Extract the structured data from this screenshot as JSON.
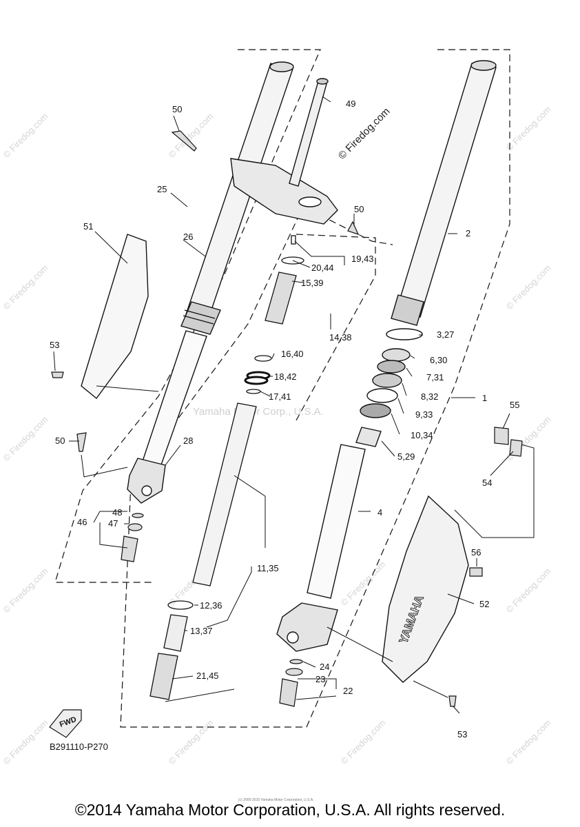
{
  "diagram": {
    "code": "B291110-P270",
    "fwd_label": "FWD",
    "watermark_brand": "© Firedog.com",
    "watermark_center": "Yamaha Motor Corp., U.S.A.",
    "cover_brand": "YAMAHA",
    "callouts": {
      "c1": "1",
      "c2": "2",
      "c3": "3,27",
      "c4": "4",
      "c5": "5,29",
      "c6": "6,30",
      "c7": "7,31",
      "c8": "8,32",
      "c9": "9,33",
      "c10": "10,34",
      "c11": "11,35",
      "c12": "12,36",
      "c13": "13,37",
      "c14": "14,38",
      "c15": "15,39",
      "c16": "16,40",
      "c17": "17,41",
      "c18": "18,42",
      "c19": "19,43",
      "c20": "20,44",
      "c21": "21,45",
      "c22": "22",
      "c23": "23",
      "c24": "24",
      "c25": "25",
      "c26": "26",
      "c28": "28",
      "c46": "46",
      "c47": "47",
      "c48": "48",
      "c49": "49",
      "c50a": "50",
      "c50b": "50",
      "c50c": "50",
      "c51": "51",
      "c52": "52",
      "c53a": "53",
      "c53b": "53",
      "c54": "54",
      "c55": "55",
      "c56": "56"
    }
  },
  "footer": {
    "copyright": "©2014 Yamaha Motor Corporation, U.S.A. All rights reserved.",
    "tiny_credit": "(c) 2005-2015 Yamaha Motor Corporation, U.S.A."
  }
}
